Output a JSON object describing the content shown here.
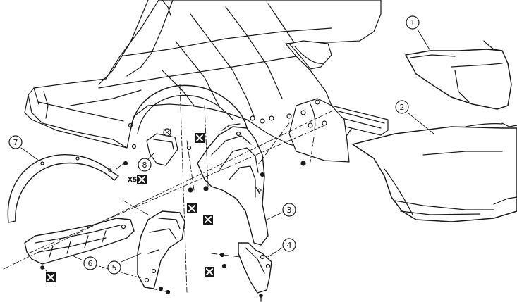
{
  "callouts": [
    {
      "id": "callout-1",
      "label": "1"
    },
    {
      "id": "callout-2",
      "label": "2"
    },
    {
      "id": "callout-3",
      "label": "3"
    },
    {
      "id": "callout-4",
      "label": "4"
    },
    {
      "id": "callout-5",
      "label": "5"
    },
    {
      "id": "callout-6",
      "label": "6"
    },
    {
      "id": "callout-7",
      "label": "7"
    },
    {
      "id": "callout-8",
      "label": "8"
    }
  ],
  "quantity_label": "X5",
  "colors": {
    "line": "#1a1a1a",
    "fill": "#ffffff",
    "shade": "#d9d9d9"
  },
  "icons": [
    "replace-part-icon",
    "clip-icon",
    "screw-icon"
  ]
}
